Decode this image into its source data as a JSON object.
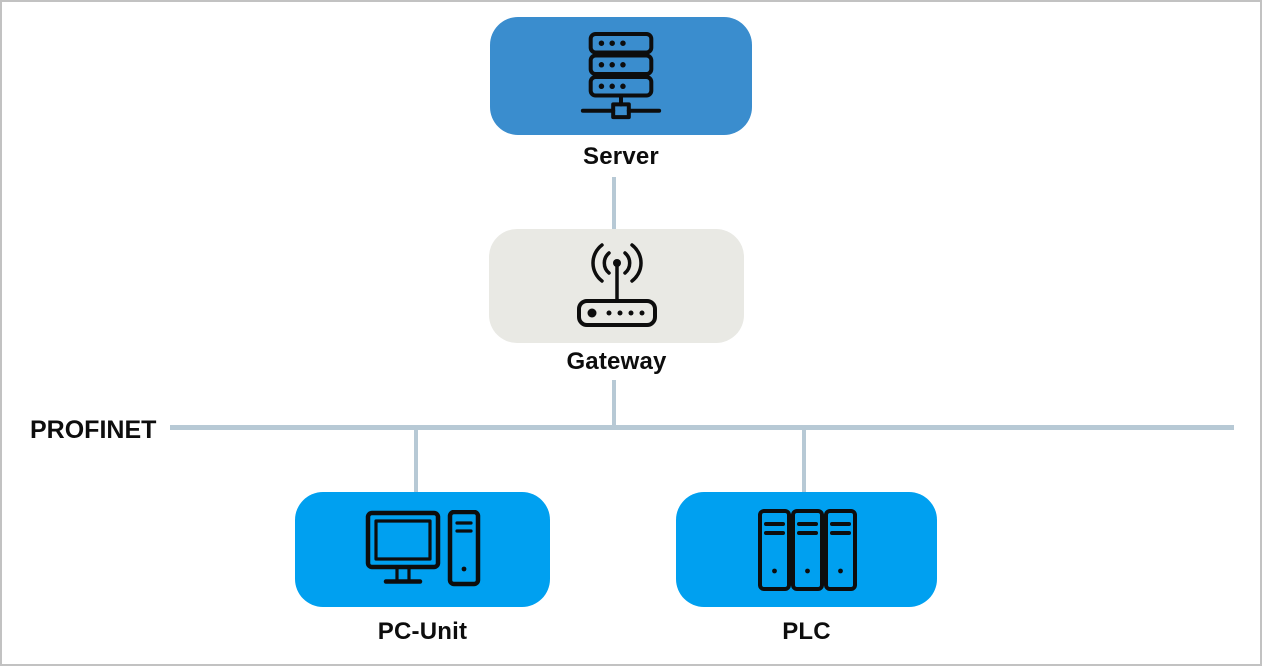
{
  "diagram": {
    "type": "network-topology",
    "bus_label": "PROFINET",
    "nodes": [
      {
        "id": "server",
        "label": "Server",
        "icon": "server-rack-icon",
        "fill": "#3A8DCE"
      },
      {
        "id": "gateway",
        "label": "Gateway",
        "icon": "wireless-router-icon",
        "fill": "#E9E9E4"
      },
      {
        "id": "pc-unit",
        "label": "PC-Unit",
        "icon": "desktop-computer-icon",
        "fill": "#00A0F0"
      },
      {
        "id": "plc",
        "label": "PLC",
        "icon": "plc-modules-icon",
        "fill": "#00A0F0"
      }
    ],
    "connections": [
      {
        "from": "server",
        "to": "gateway"
      },
      {
        "from": "gateway",
        "to": "profinet-bus"
      },
      {
        "from": "profinet-bus",
        "to": "pc-unit"
      },
      {
        "from": "profinet-bus",
        "to": "plc"
      }
    ],
    "colors": {
      "server_fill": "#3A8DCE",
      "gateway_fill": "#E9E9E4",
      "device_fill": "#00A0F0",
      "connector_line": "#B7C9D5",
      "canvas_border": "#C2C2C2",
      "label_text": "#0D0D0D",
      "icon_stroke": "#0D0D0D",
      "background": "#FFFFFF"
    }
  }
}
